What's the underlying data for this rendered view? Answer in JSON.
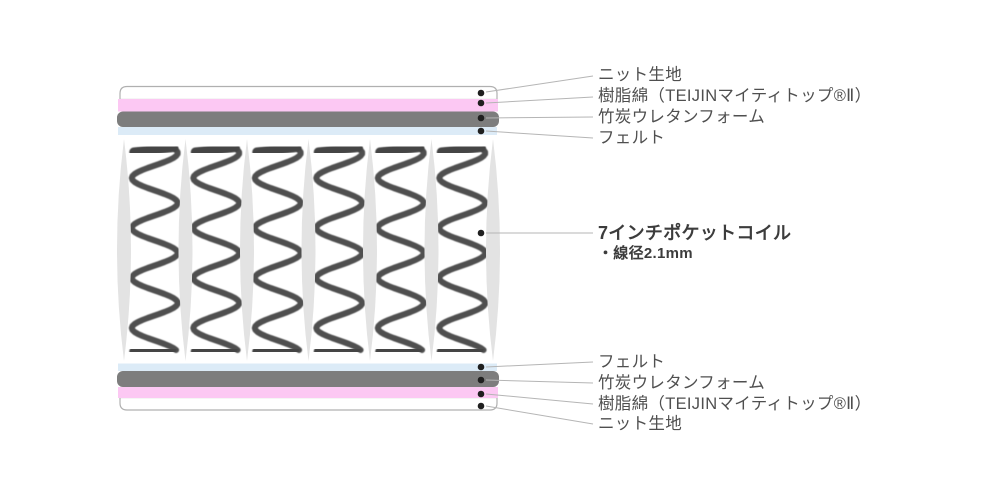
{
  "diagram": {
    "top_labels": [
      {
        "text": "ニット生地"
      },
      {
        "text": "樹脂綿（TEIJINマイティトップ®Ⅱ）"
      },
      {
        "text": "竹炭ウレタンフォーム"
      },
      {
        "text": "フェルト"
      }
    ],
    "coil_label": {
      "title": "7インチポケットコイル",
      "spec": "・線径2.1mm"
    },
    "bottom_labels": [
      {
        "text": "フェルト"
      },
      {
        "text": "竹炭ウレタンフォーム"
      },
      {
        "text": "樹脂綿（TEIJINマイティトップ®Ⅱ）"
      },
      {
        "text": "ニット生地"
      }
    ],
    "springs": {
      "coil_count": 6,
      "pocket_count": 7
    },
    "colors": {
      "knit_fabric": "#ffffff",
      "resin_cotton": "#fcc8f3",
      "charcoal_urethane": "#7d7d7d",
      "felt": "#dcebf7",
      "coil_wire": "#4f4f4f",
      "coil_cap": "#454545",
      "pocket_divider": "#e3e3e3",
      "outline": "#b0b0b0",
      "leader_line": "#b5b5b5",
      "dot": "#1f1f1f",
      "text": "#4f4f4f"
    }
  }
}
